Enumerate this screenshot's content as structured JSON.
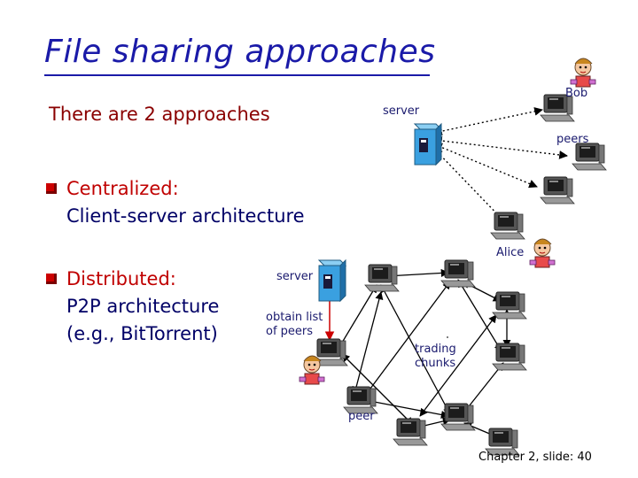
{
  "slide": {
    "title": "File sharing approaches",
    "intro": "There are 2 approaches",
    "bullets": [
      {
        "head": "Centralized:",
        "line2": "Client-server architecture"
      },
      {
        "head": "Distributed:",
        "line2": "P2P architecture",
        "line3": "(e.g., BitTorrent)"
      }
    ],
    "footer": "Chapter 2, slide: 40"
  },
  "top_diagram": {
    "server_label": "server",
    "bob_label": "Bob",
    "peers_label": "peers",
    "alice_label": "Alice"
  },
  "bottom_diagram": {
    "server_label": "server",
    "obtain_label_line1": "obtain list",
    "obtain_label_line2": "of peers",
    "trading_label_line1": "trading",
    "trading_label_line2": "chunks",
    "peer_label": "peer"
  },
  "colors": {
    "title": "#1a1aa8",
    "intro": "#8a0000",
    "bullet_text": "#000066",
    "bullet_mark": "#cc0000",
    "server_box": "#3aa0e0",
    "link_red": "#cc0000"
  }
}
